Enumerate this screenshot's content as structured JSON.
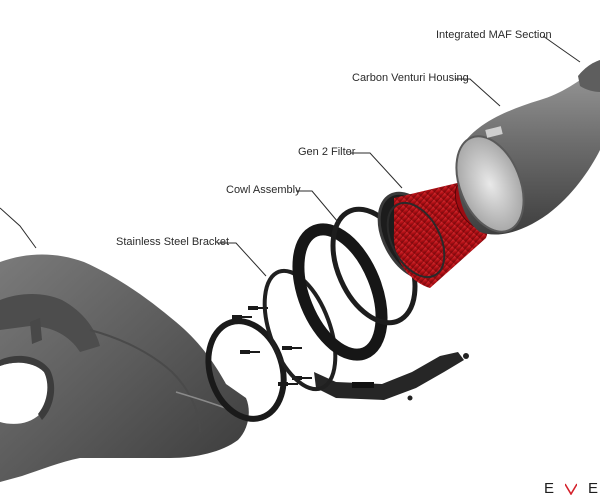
{
  "callouts": {
    "maf": "Integrated MAF Section",
    "venturi": "Carbon Venturi Housing",
    "filter": "Gen 2 Filter",
    "cowl": "Cowl Assembly",
    "bracket": "Stainless Steel Bracket"
  },
  "logo": {
    "letter_1": "E",
    "letter_3": "E",
    "mark_color": "#d4202a"
  },
  "colors": {
    "filter_red": "#c8161d",
    "housing_grey": "#6f6f6f",
    "airbox_grey": "#5a5a5a",
    "ring_black": "#1c1c1c"
  }
}
